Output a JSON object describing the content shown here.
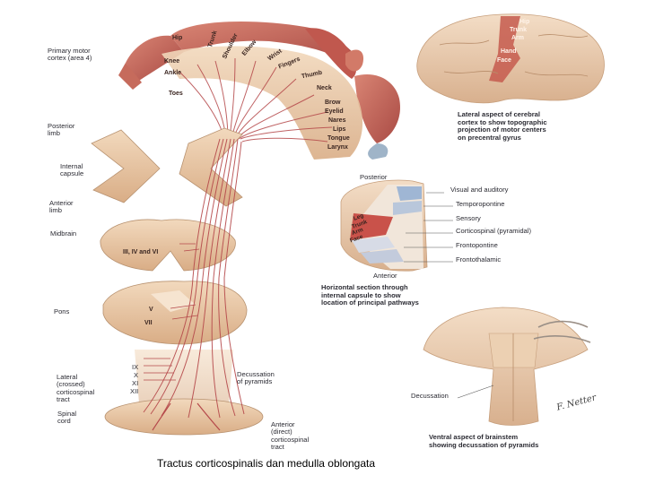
{
  "caption": "Tractus corticospinalis dan medulla oblongata",
  "left_labels": {
    "primary_motor_cortex": "Primary motor\ncortex (area 4)",
    "posterior_limb": "Posterior\nlimb",
    "internal_capsule": "Internal\ncapsule",
    "anterior_limb": "Anterior\nlimb",
    "midbrain": "Midbrain",
    "pons": "Pons",
    "lateral_tract": "Lateral\n(crossed)\ncorticospinal\ntract",
    "spinal_cord": "Spinal\ncord"
  },
  "homunculus_labels": [
    "Hip",
    "Trunk",
    "Shoulder",
    "Elbow",
    "Wrist",
    "Fingers",
    "Thumb",
    "Neck",
    "Brow",
    "Eyelid",
    "Nares",
    "Lips",
    "Tongue",
    "Larynx",
    "Knee",
    "Ankle",
    "Toes"
  ],
  "nerve_labels": {
    "midbrain_nerves": "III, IV and VI",
    "pons_v": "V",
    "pons_vii": "VII",
    "medulla": [
      "IX",
      "X",
      "XI",
      "XII"
    ]
  },
  "center_labels": {
    "decussation_pyramids": "Decussation\nof pyramids",
    "anterior_tract": "Anterior\n(direct)\ncorticospinal\ntract"
  },
  "top_right": {
    "brain_labels": [
      "Hip",
      "Trunk",
      "Arm",
      "Hand",
      "Face"
    ],
    "caption": "Lateral aspect of cerebral\ncortex to show topographic\nprojection of motor centers\non precentral gyrus"
  },
  "capsule_panel": {
    "posterior": "Posterior",
    "anterior": "Anterior",
    "inner_labels": [
      "Leg",
      "Trunk",
      "Arm",
      "Face"
    ],
    "pathways": [
      "Visual and auditory",
      "Temporopontine",
      "Sensory",
      "Corticospinal (pyramidal)",
      "Frontopontine",
      "Frontothalamic"
    ],
    "caption": "Horizontal section through\ninternal capsule to show\nlocation of principal pathways"
  },
  "brainstem_panel": {
    "decussation": "Decussation",
    "caption": "Ventral aspect of brainstem\nshowing decussation of pyramids",
    "signature": "F. Netter"
  },
  "colors": {
    "tissue": "#e9c9a8",
    "tract": "#b5484a",
    "muscle": "#c8655a",
    "text": "#2b2b33"
  }
}
